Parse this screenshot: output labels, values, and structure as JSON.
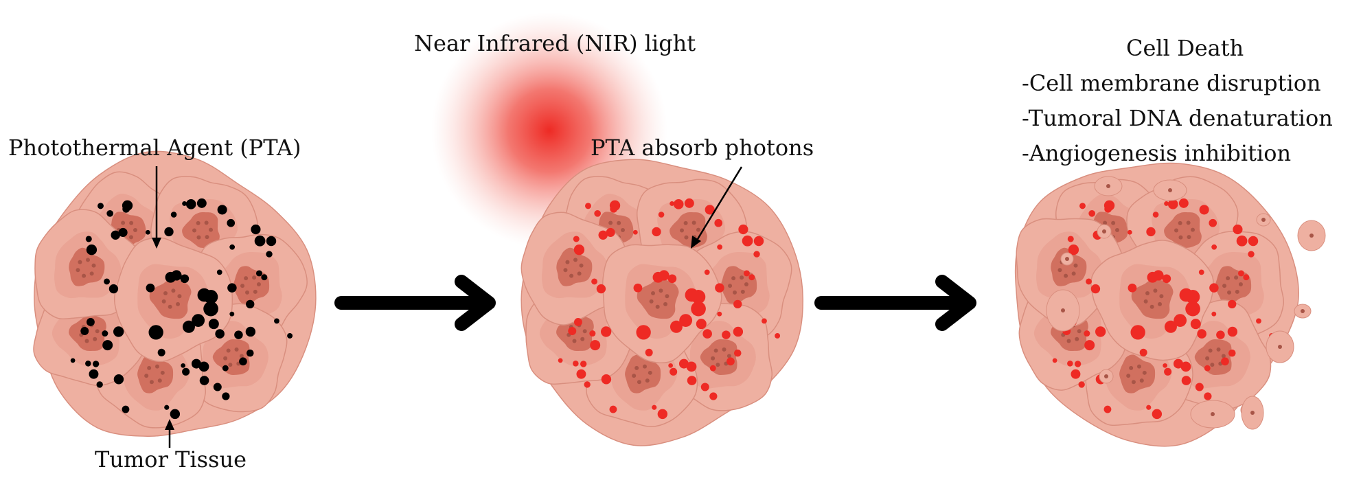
{
  "labels": {
    "pta": "Photothermal Agent (PTA)",
    "tumor": "Tumor Tissue",
    "nir": "Near Infrared (NIR) light",
    "absorb": "PTA absorb photons",
    "death_title": "Cell Death",
    "effects": [
      "-Cell membrane disruption",
      "-Tumoral DNA denaturation",
      "-Angiogenesis inhibition"
    ]
  },
  "colors": {
    "cell_fill": "#eeb0a1",
    "cell_stroke": "#d98f7f",
    "nucleus_outer": "#e89a8a",
    "nucleus_inner": "#d1705f",
    "nucleus_dots": "#a85547",
    "pta_inactive": "#000000",
    "pta_active": "#ee2a24",
    "nir_glow": "#ee2a24",
    "arrow": "#000000",
    "text": "#111111"
  },
  "stages": [
    "tumor-with-pta",
    "nir-irradiated",
    "cell-death"
  ]
}
